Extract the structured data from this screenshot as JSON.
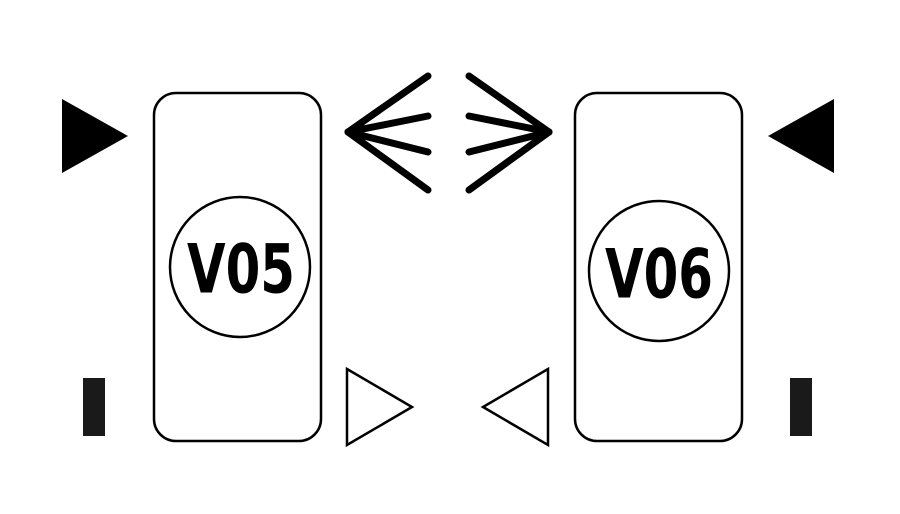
{
  "units": [
    {
      "id": "v05",
      "label": "V05"
    },
    {
      "id": "v06",
      "label": "V06"
    }
  ],
  "symbols": {
    "left_arrow": "solid-triangle-right",
    "right_arrow": "solid-triangle-left",
    "left_bar": "bar",
    "right_bar": "bar",
    "left_outline_arrow": "outline-triangle-right",
    "right_outline_arrow": "outline-triangle-left",
    "left_fan": "fan-arrow-left",
    "right_fan": "fan-arrow-right"
  },
  "colors": {
    "stroke": "#000000",
    "bar": "#1a1a1a",
    "background": "#ffffff"
  }
}
